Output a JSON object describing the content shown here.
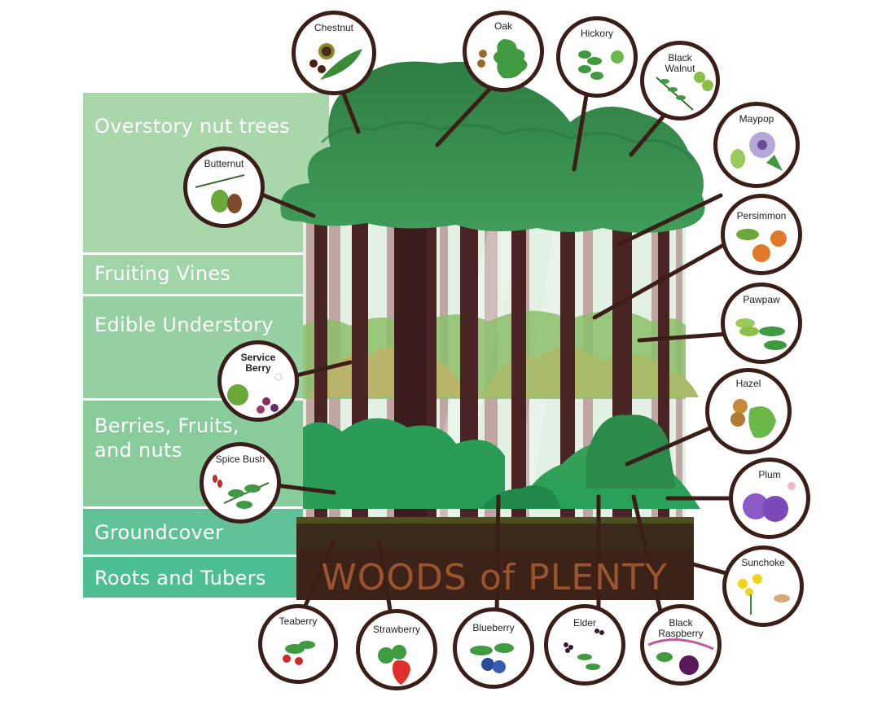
{
  "title": "WOODS of PLENTY",
  "colors": {
    "band_top": "#a9d6aa",
    "band_bottom": "#4ebf93",
    "canopy": "#2e8a4a",
    "trunk": "#3b1c1c",
    "soil": "#3c2217",
    "title_text": "#a65a32",
    "bubble_border": "#3a1e17"
  },
  "layers": [
    {
      "label": "Overstory nut trees",
      "color": "#a9d6aa"
    },
    {
      "label": "Fruiting Vines",
      "color": "#9fd3a6"
    },
    {
      "label": "Edible Understory",
      "color": "#93cfa1"
    },
    {
      "label": "Berries, Fruits,\nand nuts",
      "color": "#86cb9b"
    },
    {
      "label": "Groundcover",
      "color": "#5fc196"
    },
    {
      "label": "Roots and Tubers",
      "color": "#4ebf93"
    }
  ],
  "plants": [
    {
      "name": "Chestnut",
      "icon": "chestnut-icon"
    },
    {
      "name": "Oak",
      "icon": "oak-leaf-icon"
    },
    {
      "name": "Hickory",
      "icon": "hickory-icon"
    },
    {
      "name": "Black\nWalnut",
      "icon": "black-walnut-icon"
    },
    {
      "name": "Butternut",
      "icon": "butternut-icon"
    },
    {
      "name": "Maypop",
      "icon": "maypop-flower-icon"
    },
    {
      "name": "Persimmon",
      "icon": "persimmon-icon"
    },
    {
      "name": "Pawpaw",
      "icon": "pawpaw-icon"
    },
    {
      "name": "Service\nBerry",
      "icon": "serviceberry-icon"
    },
    {
      "name": "Hazel",
      "icon": "hazelnut-icon"
    },
    {
      "name": "Spice Bush",
      "icon": "spicebush-icon"
    },
    {
      "name": "Plum",
      "icon": "plum-icon"
    },
    {
      "name": "Sunchoke",
      "icon": "sunchoke-icon"
    },
    {
      "name": "Teaberry",
      "icon": "teaberry-icon"
    },
    {
      "name": "Strawberry",
      "icon": "strawberry-icon"
    },
    {
      "name": "Blueberry",
      "icon": "blueberry-icon"
    },
    {
      "name": "Elder",
      "icon": "elderberry-icon"
    },
    {
      "name": "Black\nRaspberry",
      "icon": "black-raspberry-icon"
    }
  ]
}
